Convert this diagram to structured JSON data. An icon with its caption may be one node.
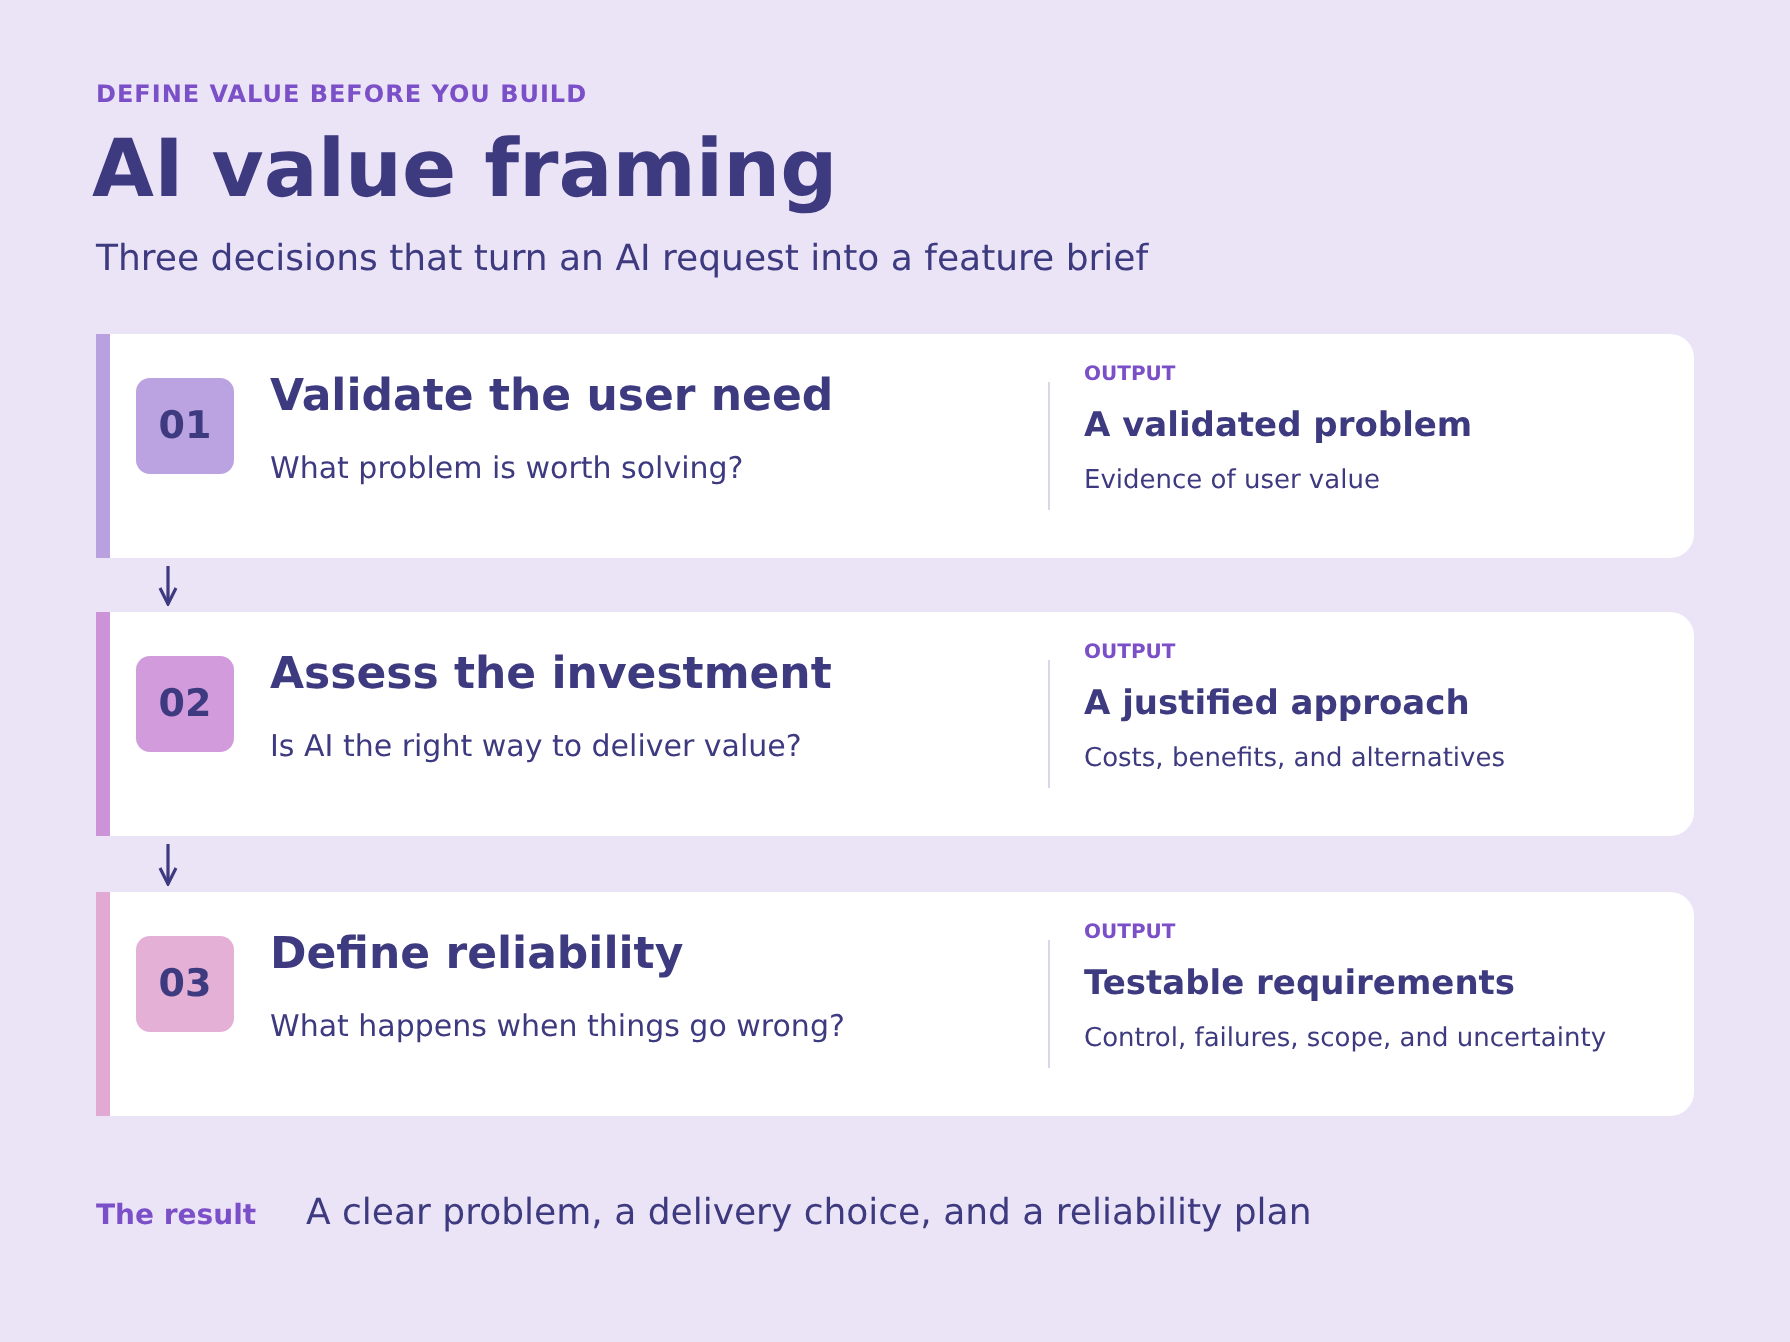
{
  "diagram": {
    "title": "AI value framing",
    "nodes": [
      {
        "text": [
          "Validate the user need",
          "What problem is worth solving?",
          "OUTPUT",
          "A validated problem",
          "Evidence of user value"
        ]
      },
      {
        "text": [
          "01"
        ],
        "in": 0
      },
      {
        "text": [
          "Assess the investment",
          "Is AI the right way to deliver value?",
          "OUTPUT",
          "A justified approach",
          "Costs, benefits, and alternatives"
        ]
      },
      {
        "text": [
          "02"
        ],
        "in": 2
      },
      {
        "text": [
          "Define reliability",
          "What happens when things go wrong?",
          "OUTPUT",
          "Testable requirements",
          "Control, failures, scope, and uncertainty"
        ]
      },
      {
        "text": [
          "03"
        ],
        "in": 4
      }
    ],
    "edges": [
      {
        "from": 0,
        "to": 2,
        "arrow": "to"
      },
      {
        "from": 2,
        "to": 4,
        "arrow": "to"
      }
    ],
    "labels": [
      "DEFINE VALUE BEFORE YOU BUILD",
      "Three decisions that turn an AI request into a feature brief",
      "The result",
      "A clear problem, a delivery choice, and a reliability plan"
    ]
  }
}
